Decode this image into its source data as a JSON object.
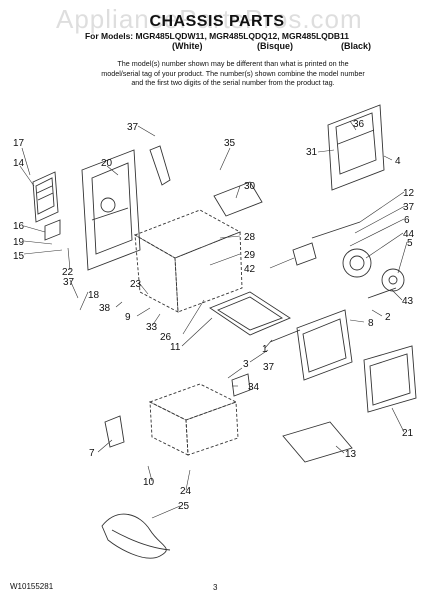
{
  "watermark": "AppliancePartsPros.com",
  "header": {
    "title": "CHASSIS PARTS",
    "models": "For Models: MGR485LQDW11, MGR485LQDQ12, MGR485LQDB11",
    "colors": [
      "(White)",
      "(Bisque)",
      "(Black)"
    ]
  },
  "note": "The model(s) number shown may be different than what is printed on the model/serial tag of your product. The number(s) shown combine the model number and the first two digits of the serial number from the product tag.",
  "footer": {
    "doc_number": "W10155281",
    "page": "3"
  },
  "callouts": [
    "37",
    "35",
    "36",
    "31",
    "4",
    "17",
    "20",
    "14",
    "16",
    "19",
    "15",
    "22",
    "28",
    "29",
    "42",
    "12",
    "37",
    "6",
    "44",
    "5",
    "30",
    "23",
    "37",
    "18",
    "38",
    "9",
    "33",
    "26",
    "11",
    "1",
    "43",
    "2",
    "8",
    "3",
    "37",
    "34",
    "21",
    "7",
    "13",
    "10",
    "24",
    "25"
  ]
}
